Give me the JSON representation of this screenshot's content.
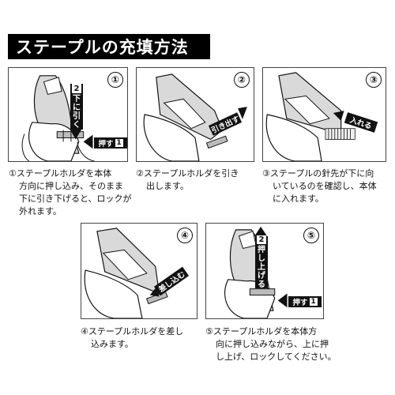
{
  "title": "ステープルの充填方法",
  "steps": [
    {
      "number": "①",
      "caption": [
        "ステープルホルダを本体",
        "方向に押し込み、そのまま",
        "下に引き下げると、ロックが",
        "外れます。"
      ],
      "labels": [
        {
          "digit": "2",
          "text": [
            "下",
            "に",
            "引",
            "く"
          ]
        },
        {
          "text": "押す",
          "digit": "1"
        }
      ]
    },
    {
      "number": "②",
      "caption": [
        "ステープルホルダを引き",
        "出します。"
      ],
      "labels": [
        {
          "text": "引き出す"
        }
      ]
    },
    {
      "number": "③",
      "caption": [
        "ステープルの針先が下に向",
        "いているのを確認し、本体",
        "に入れます。"
      ],
      "labels": [
        {
          "text": "入れる"
        }
      ]
    },
    {
      "number": "④",
      "caption": [
        "ステープルホルダを差し",
        "込みます。"
      ],
      "labels": [
        {
          "text": "差し込む"
        }
      ]
    },
    {
      "number": "⑤",
      "caption": [
        "ステープルホルダを本体方",
        "向に押し込みながら、上に押",
        "し上げ、ロックしてください。"
      ],
      "labels": [
        {
          "digit": "2",
          "text": [
            "押",
            "し",
            "上",
            "げ",
            "る"
          ]
        },
        {
          "text": "押す",
          "digit": "1"
        }
      ]
    }
  ],
  "colors": {
    "ink": "#111111",
    "label_bg": "#111111",
    "stapler_fill": "#d9d9d9",
    "hand_fill": "#ffffff"
  }
}
